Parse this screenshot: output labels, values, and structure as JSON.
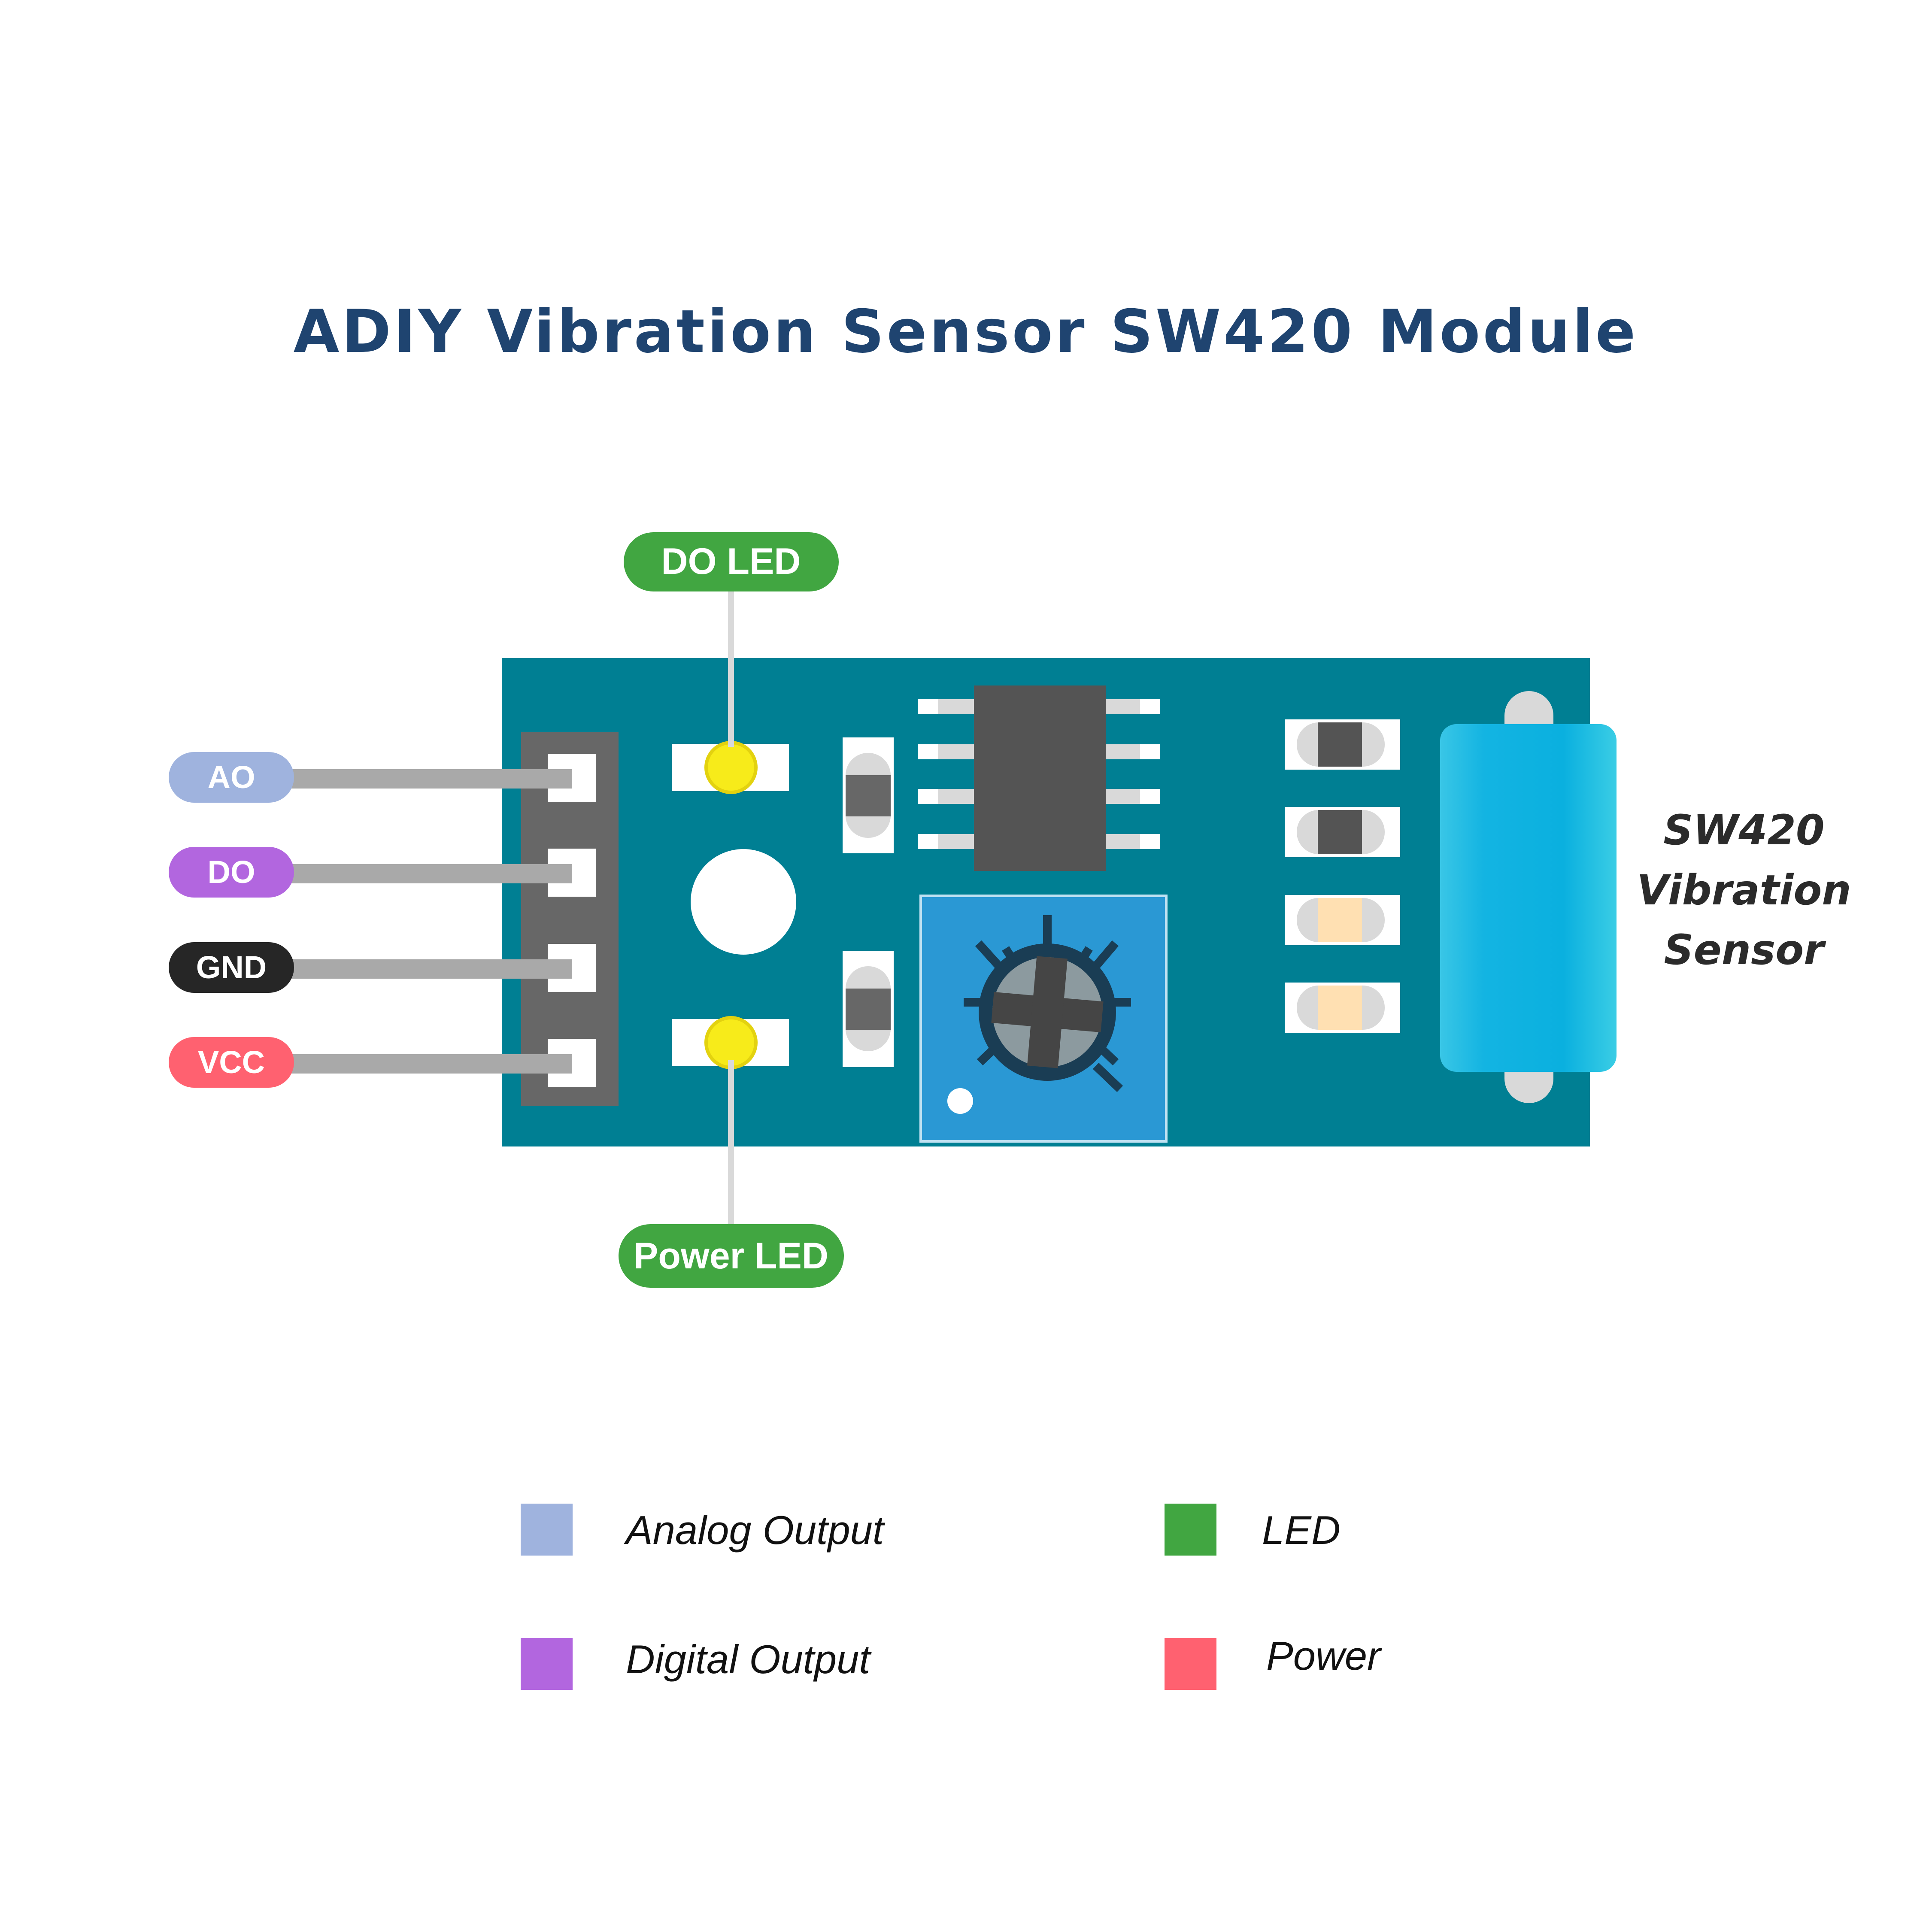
{
  "title": "ADIY Vibration Sensor SW420 Module",
  "pins": [
    {
      "label": "AO",
      "color": "#9FB3DE"
    },
    {
      "label": "DO",
      "color": "#B266DF"
    },
    {
      "label": "GND",
      "color": "#262626"
    },
    {
      "label": "VCC",
      "color": "#FF6170"
    }
  ],
  "callouts": {
    "do_led": "DO LED",
    "power_led": "Power LED",
    "sensor_line1": "SW420",
    "sensor_line2": "Vibration",
    "sensor_line3": "Sensor"
  },
  "legend": [
    {
      "label": "Analog Output",
      "color": "#9FB3DE"
    },
    {
      "label": "LED",
      "color": "#41A641"
    },
    {
      "label": "Digital Output",
      "color": "#B266DF"
    },
    {
      "label": "Power",
      "color": "#FF6170"
    }
  ],
  "colors": {
    "title": "#1F4470",
    "board": "#007F93",
    "led_pill": "#41A641",
    "led": "#F7EB1A",
    "trimmer_box": "#2A98D4",
    "sensor_body": "#0AB3E0",
    "chip": "#545454",
    "header": "#676767",
    "lead": "#A9A9A9"
  }
}
